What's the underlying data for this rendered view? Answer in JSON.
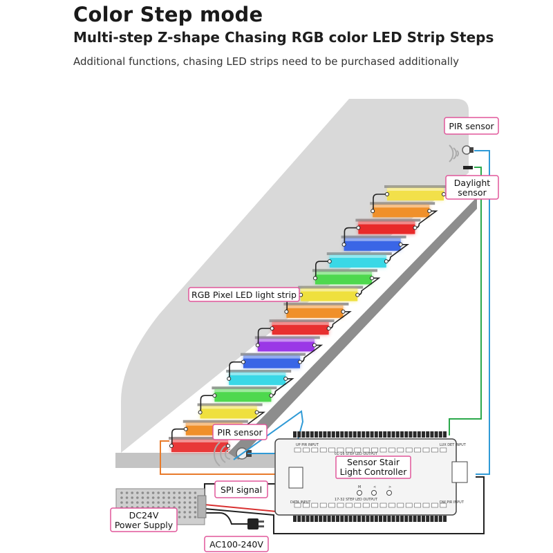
{
  "header": {
    "title": "Color Step mode",
    "subtitle": "Multi-step Z-shape Chasing RGB color LED Strip Steps",
    "note": "Additional functions, chasing LED strips need to be purchased additionally"
  },
  "labels": {
    "pir_top": "PIR sensor",
    "daylight_line1": "Daylight",
    "daylight_line2": "sensor",
    "rgb_strip": "RGB Pixel LED light strip",
    "pir_bottom": "PIR sensor",
    "spi_signal": "SPI signal",
    "power_line1": "DC24V",
    "power_line2": "Power Supply",
    "ac": "AC100-240V"
  },
  "controller": {
    "name_line1": "Sensor Stair",
    "name_line2": "Light Controller",
    "top_output": "01-16 STEP LED OUTPUT",
    "bottom_output": "17-32 STEP LED OUTPUT",
    "up_pir": "UP PIR INPUT",
    "lux_det": "LUX DET INPUT",
    "dw_pir": "DW PIR INPUT",
    "data_input": "DATA INPUT",
    "m_btn": "M",
    "prev_btn": "<",
    "next_btn": ">"
  },
  "strip_colors": [
    "#f2e04a",
    "#f0902a",
    "#e82a2a",
    "#3a66e6",
    "#3ad8e6",
    "#4ed84e",
    "#efe03e",
    "#f0902a",
    "#e83030",
    "#9a38e6",
    "#3a66e6",
    "#3ad8e6",
    "#4ed84e",
    "#efe03e",
    "#f0902a",
    "#e83838"
  ],
  "wire_colors": {
    "data": "#2f9ad6",
    "sensor": "#2aa84a",
    "spi": "#e87a2a",
    "power": "#222222",
    "power_red": "#d83030"
  }
}
